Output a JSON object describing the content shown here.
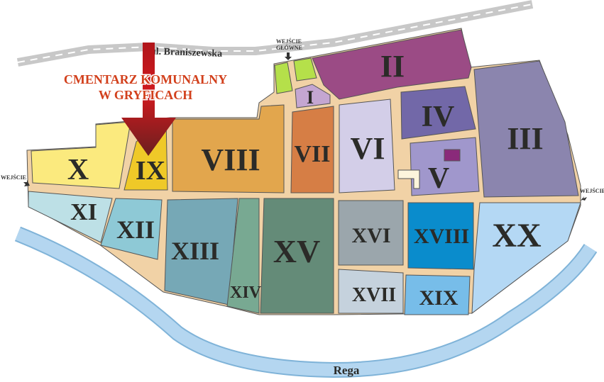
{
  "map": {
    "street_label": "ul. Braniszewska",
    "title_line1": "CMENTARZ KOMUNALNY",
    "title_line2": "W GRYFICACH",
    "river_label": "Rega",
    "entrances": {
      "main_line1": "WEJŚCIE",
      "main_line2": "GŁÓWNE",
      "west": "WEJŚCIE",
      "east": "WEJŚCIE"
    },
    "highlighted_sector": "IX",
    "sectors": [
      "I",
      "II",
      "III",
      "IV",
      "V",
      "VI",
      "VII",
      "VIII",
      "IX",
      "X",
      "XI",
      "XII",
      "XIII",
      "XIV",
      "XV",
      "XVI",
      "XVII",
      "XVIII",
      "XIX",
      "XX"
    ],
    "colors": {
      "title": "#d2401c",
      "arrow": "#b0151a",
      "river": "#b4d6f0",
      "road": "#c8c8c8",
      "paths": "#f1d2a6"
    }
  }
}
